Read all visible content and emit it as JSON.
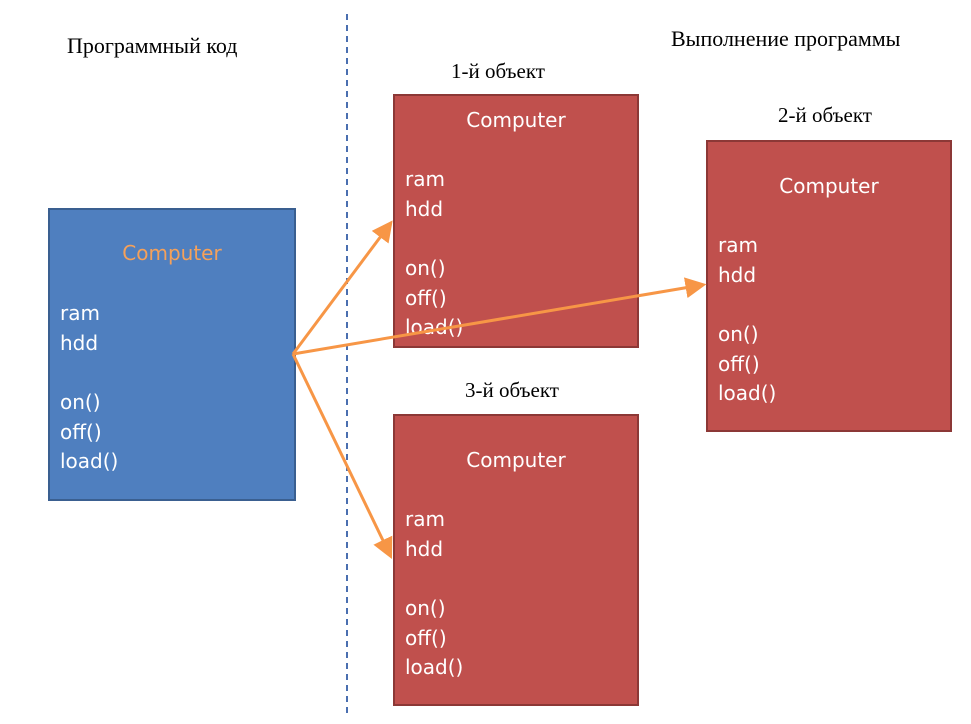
{
  "headings": {
    "left": "Программный код",
    "right": "Выполнение программы"
  },
  "colors": {
    "class_fill": "#4f7fbf",
    "class_title": "#f5a15a",
    "object_fill": "#c0504d",
    "arrow": "#f79646",
    "divider": "#4a6fb0"
  },
  "class_box": {
    "title": "Computer",
    "fields": [
      "ram",
      "hdd"
    ],
    "methods": [
      "on()",
      "off()",
      "load()"
    ]
  },
  "objects": [
    {
      "label": "1-й объект",
      "title": "Computer",
      "fields": [
        "ram",
        "hdd"
      ],
      "methods": [
        "on()",
        "off()",
        "load()"
      ]
    },
    {
      "label": "2-й объект",
      "title": "Computer",
      "fields": [
        "ram",
        "hdd"
      ],
      "methods": [
        "on()",
        "off()",
        "load()"
      ]
    },
    {
      "label": "3-й объект",
      "title": "Computer",
      "fields": [
        "ram",
        "hdd"
      ],
      "methods": [
        "on()",
        "off()",
        "load()"
      ]
    }
  ]
}
